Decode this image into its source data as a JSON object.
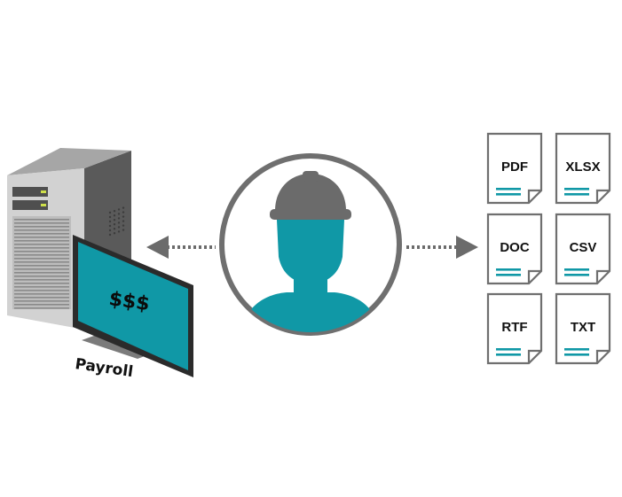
{
  "system": {
    "label": "Payroll",
    "screen_text": "$$$"
  },
  "formats": [
    "PDF",
    "XLSX",
    "DOC",
    "CSV",
    "RTF",
    "TXT"
  ],
  "colors": {
    "accent": "#1098a6",
    "gray": "#6b6b6b",
    "dark_gray": "#4b4b4b",
    "outline": "#6f6f6f"
  },
  "icons": {
    "computer": "server-tower-with-monitor-icon",
    "user": "worker-hard-hat-avatar-icon",
    "document": "document-page-icon",
    "arrow_left": "dotted-arrow-left-icon",
    "arrow_right": "dotted-arrow-right-icon"
  }
}
